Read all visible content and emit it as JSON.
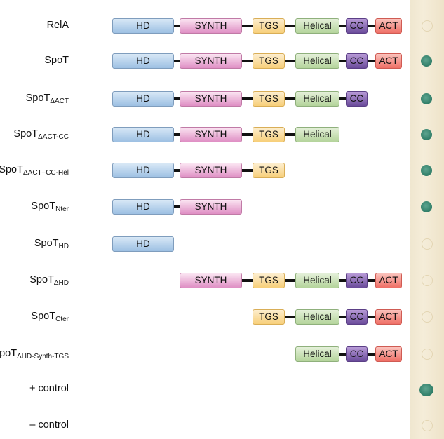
{
  "rows": [
    {
      "name": "RelA",
      "sub": ""
    },
    {
      "name": "SpoT",
      "sub": ""
    },
    {
      "name": "SpoT",
      "sub": "ΔACT"
    },
    {
      "name": "SpoT",
      "sub": "ΔACT-CC"
    },
    {
      "name": "SpoT",
      "sub": "ΔACT–CC-Hel"
    },
    {
      "name": "SpoT",
      "sub": "Nter"
    },
    {
      "name": "SpoT",
      "sub": "HD"
    },
    {
      "name": "SpoT",
      "sub": "ΔHD"
    },
    {
      "name": "SpoT",
      "sub": "Cter"
    },
    {
      "name": "SpoT",
      "sub": "ΔHD-Synth-TGS"
    },
    {
      "name": "+ control",
      "sub": ""
    },
    {
      "name": "– control",
      "sub": ""
    }
  ],
  "domains": {
    "hd": "HD",
    "synth": "SYNTH",
    "tgs": "TGS",
    "hel": "Helical",
    "cc": "CC",
    "act": "ACT"
  },
  "constructs": [
    [
      "hd",
      "synth",
      "tgs",
      "hel",
      "cc",
      "act"
    ],
    [
      "hd",
      "synth",
      "tgs",
      "hel",
      "cc",
      "act"
    ],
    [
      "hd",
      "synth",
      "tgs",
      "hel",
      "cc"
    ],
    [
      "hd",
      "synth",
      "tgs",
      "hel"
    ],
    [
      "hd",
      "synth",
      "tgs"
    ],
    [
      "hd",
      "synth"
    ],
    [
      "hd"
    ],
    [
      "synth",
      "tgs",
      "hel",
      "cc",
      "act"
    ],
    [
      "tgs",
      "hel",
      "cc",
      "act"
    ],
    [
      "hel",
      "cc",
      "act"
    ],
    [],
    []
  ],
  "spots": [
    "faint",
    "positive",
    "positive",
    "positive",
    "positive",
    "positive",
    "faint",
    "faint",
    "faint",
    "faint",
    "positive",
    "faint"
  ]
}
